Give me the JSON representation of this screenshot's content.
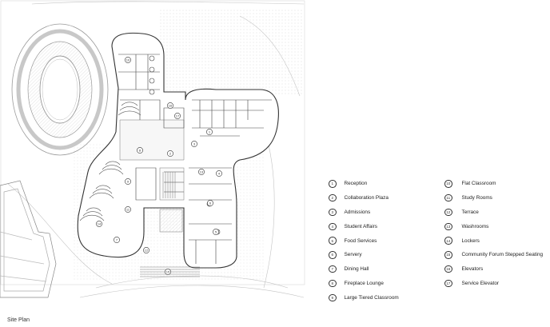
{
  "caption": "Site Plan",
  "legend": [
    {
      "num": "1",
      "label": "Reception"
    },
    {
      "num": "2",
      "label": "Collaboration Plaza"
    },
    {
      "num": "3",
      "label": "Admissions"
    },
    {
      "num": "4",
      "label": "Student Affairs"
    },
    {
      "num": "5",
      "label": "Food Services"
    },
    {
      "num": "6",
      "label": "Servery"
    },
    {
      "num": "7",
      "label": "Dining Hall"
    },
    {
      "num": "8",
      "label": "Fireplace Lounge"
    },
    {
      "num": "9",
      "label": "Large Tiered Classroom"
    },
    {
      "num": "10",
      "label": "Flat Classroom"
    },
    {
      "num": "11",
      "label": "Study Rooms"
    },
    {
      "num": "12",
      "label": "Terrace"
    },
    {
      "num": "13",
      "label": "Washrooms"
    },
    {
      "num": "14",
      "label": "Lockers"
    },
    {
      "num": "15",
      "label": "Community Forum Stepped Seating"
    },
    {
      "num": "16",
      "label": "Elevators"
    },
    {
      "num": "17",
      "label": "Service Elevator"
    }
  ],
  "plan_markers": [
    "1",
    "2",
    "3",
    "4",
    "5",
    "6",
    "7",
    "8",
    "9",
    "10",
    "11",
    "12",
    "13",
    "14",
    "15",
    "16",
    "17"
  ],
  "colors": {
    "line": "#333333",
    "light_line": "#b9b9b9",
    "hatch": "#d6d6d6"
  }
}
